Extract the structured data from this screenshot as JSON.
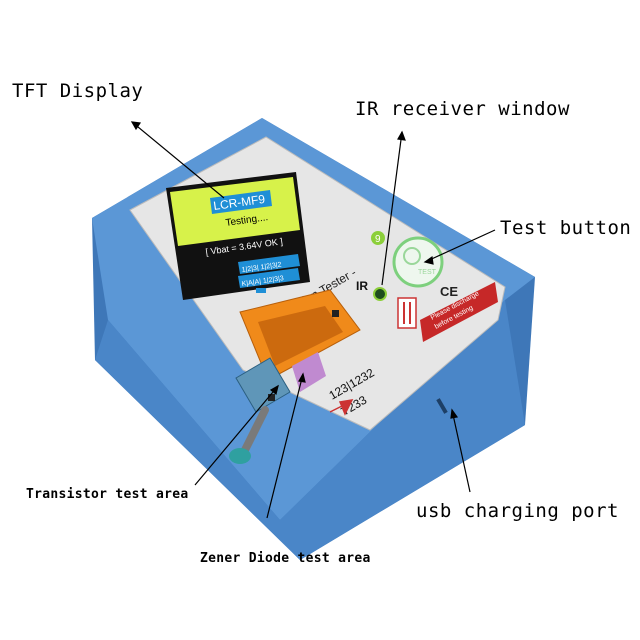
{
  "callouts": {
    "tft_display": "TFT Display",
    "ir_receiver": "IR receiver window",
    "test_button": "Test button",
    "transistor_area": "Transistor test area",
    "zener_area": "Zener Diode test area",
    "usb_port": "usb charging port"
  },
  "device": {
    "screen": {
      "model": "LCR-MF9",
      "status": "Testing....",
      "vbat": "[ Vbat = 3.64V  OK ]",
      "pins_row1": "1|2|3| 1|2|3|2",
      "pins_row2": "K|A|A| 1|2|3|3"
    },
    "panel_title": "Multi-function  Tester -",
    "panel_badge": "9",
    "ir_label": "IR",
    "test_key_label": "TEST",
    "ce_mark": "CE",
    "warning": [
      "Please discharge",
      "before testing"
    ],
    "pin_labels": [
      "123|1232",
      "T233"
    ]
  },
  "colors": {
    "case_blue": "#5b97d6",
    "case_dark": "#3e77b8",
    "screen_green": "#d7f24a",
    "panel_grey": "#e6e6e6",
    "zif_orange": "#f08a1a",
    "lever_teal": "#2fa0a0",
    "badge_green": "#8ccf3a"
  }
}
